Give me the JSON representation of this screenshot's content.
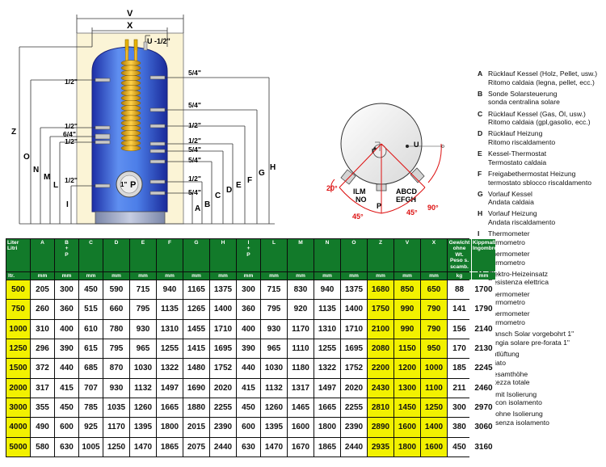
{
  "diagram": {
    "top_dims": {
      "V": "V",
      "X": "X",
      "U": "U -1/2\""
    },
    "left_dims": {
      "Z": "Z",
      "O": "O",
      "N": "N",
      "M": "M",
      "L": "L",
      "I": "I"
    },
    "right_dims": {
      "A": "A",
      "B": "B",
      "C": "C",
      "D": "D",
      "E": "E",
      "F": "F",
      "G": "G",
      "H": "H"
    },
    "left_ports": [
      "1/2\"",
      "1/2\"",
      "6/4\"",
      "1/2\"",
      "1/2\""
    ],
    "right_ports": [
      "5/4\"",
      "5/4\"",
      "1/2\"",
      "1/2\"",
      "5/4\"",
      "5/4\"",
      "1/2\"",
      "5/4\""
    ],
    "flange": {
      "label": "1\"",
      "letter": "P"
    },
    "plan": {
      "I": "I",
      "U": "U",
      "ILM": "ILM",
      "NO": "NO",
      "ABCD": "ABCD",
      "EFGH": "EFGH",
      "P": "P",
      "angle_20": "20°",
      "angle_45_left": "45°",
      "angle_45_right": "45°",
      "angle_90": "90°"
    }
  },
  "legend": [
    {
      "key": "A",
      "de": "Rücklauf Kessel (Holz, Pellet, usw.)",
      "it": "Ritomo caldaia (legna, pellet, ecc.)"
    },
    {
      "key": "B",
      "de": "Sonde Solarsteuerung",
      "it": "sonda centralina solare"
    },
    {
      "key": "C",
      "de": "Rücklauf Kessel (Gas, Öl, usw.)",
      "it": "Ritomo caldaia (gpl,gasolio, ecc.)"
    },
    {
      "key": "D",
      "de": "Rücklauf Heizung",
      "it": "Ritomo riscaldamento"
    },
    {
      "key": "E",
      "de": "Kessel-Thermostat",
      "it": "Termostato caldaia"
    },
    {
      "key": "F",
      "de": "Freigabethermostat Heizung",
      "it": "termostato sblocco riscaldamento"
    },
    {
      "key": "G",
      "de": "Vorlauf Kessel",
      "it": "Andata caldaia"
    },
    {
      "key": "H",
      "de": "Vorlauf Heizung",
      "it": "Andata riscaldamento"
    },
    {
      "key": "I",
      "de": "Thermometer",
      "it": "Termometro"
    },
    {
      "key": "L",
      "de": "Thermometer",
      "it": "Termometro"
    },
    {
      "key": "M",
      "de": "Elektro-Heizeinsatz",
      "it": "Resistenza elettrica"
    },
    {
      "key": "N",
      "de": "Thermometer",
      "it": "Termometro"
    },
    {
      "key": "O",
      "de": "Thermometer",
      "it": "Termometro"
    },
    {
      "key": "P",
      "de": "Flansch Solar vorgebohrt 1\"",
      "it": "flangia solare pre-forata 1\""
    },
    {
      "key": "U",
      "de": "Entlüftung",
      "it": "Sfiato"
    },
    {
      "key": "Z",
      "de": "Gesamthöhe",
      "it": "Altezza totale"
    },
    {
      "key": "V",
      "de": "Ø mit Isolierung",
      "it": "Ø con isolamento"
    },
    {
      "key": "X",
      "de": "Ø ohne Isolierung",
      "it": "Ø senza isolamento"
    }
  ],
  "table": {
    "headers": [
      [
        "Liter",
        "Litri"
      ],
      [
        "A"
      ],
      [
        "B",
        "+",
        "P"
      ],
      [
        "C"
      ],
      [
        "D"
      ],
      [
        "E"
      ],
      [
        "F"
      ],
      [
        "G"
      ],
      [
        "H"
      ],
      [
        "I",
        "+",
        "P"
      ],
      [
        "L"
      ],
      [
        "M"
      ],
      [
        "N"
      ],
      [
        "O"
      ],
      [
        "Z"
      ],
      [
        "V"
      ],
      [
        "X"
      ],
      [
        "Gewicht",
        "ohne Wt.",
        "Peso s.",
        "scamb."
      ],
      [
        "Kippmaß",
        "Ingombro"
      ]
    ],
    "units": [
      "ltr.",
      "mm",
      "mm",
      "mm",
      "mm",
      "mm",
      "mm",
      "mm",
      "mm",
      "mm",
      "mm",
      "mm",
      "mm",
      "mm",
      "mm",
      "mm",
      "mm",
      "kg",
      "mm"
    ],
    "highlight_cols": [
      0,
      14,
      15,
      16
    ],
    "rows": [
      [
        "500",
        "205",
        "300",
        "450",
        "590",
        "715",
        "940",
        "1165",
        "1375",
        "300",
        "715",
        "830",
        "940",
        "1375",
        "1680",
        "850",
        "650",
        "88",
        "1700"
      ],
      [
        "750",
        "260",
        "360",
        "515",
        "660",
        "795",
        "1135",
        "1265",
        "1400",
        "360",
        "795",
        "920",
        "1135",
        "1400",
        "1750",
        "990",
        "790",
        "141",
        "1790"
      ],
      [
        "1000",
        "310",
        "400",
        "610",
        "780",
        "930",
        "1310",
        "1455",
        "1710",
        "400",
        "930",
        "1170",
        "1310",
        "1710",
        "2100",
        "990",
        "790",
        "156",
        "2140"
      ],
      [
        "1250",
        "296",
        "390",
        "615",
        "795",
        "965",
        "1255",
        "1415",
        "1695",
        "390",
        "965",
        "1110",
        "1255",
        "1695",
        "2080",
        "1150",
        "950",
        "170",
        "2130"
      ],
      [
        "1500",
        "372",
        "440",
        "685",
        "870",
        "1030",
        "1322",
        "1480",
        "1752",
        "440",
        "1030",
        "1180",
        "1322",
        "1752",
        "2200",
        "1200",
        "1000",
        "185",
        "2245"
      ],
      [
        "2000",
        "317",
        "415",
        "707",
        "930",
        "1132",
        "1497",
        "1690",
        "2020",
        "415",
        "1132",
        "1317",
        "1497",
        "2020",
        "2430",
        "1300",
        "1100",
        "211",
        "2460"
      ],
      [
        "3000",
        "355",
        "450",
        "785",
        "1035",
        "1260",
        "1665",
        "1880",
        "2255",
        "450",
        "1260",
        "1465",
        "1665",
        "2255",
        "2810",
        "1450",
        "1250",
        "300",
        "2970"
      ],
      [
        "4000",
        "490",
        "600",
        "925",
        "1170",
        "1395",
        "1800",
        "2015",
        "2390",
        "600",
        "1395",
        "1600",
        "1800",
        "2390",
        "2890",
        "1600",
        "1400",
        "380",
        "3060"
      ],
      [
        "5000",
        "580",
        "630",
        "1005",
        "1250",
        "1470",
        "1865",
        "2075",
        "2440",
        "630",
        "1470",
        "1670",
        "1865",
        "2440",
        "2935",
        "1800",
        "1600",
        "450",
        "3160"
      ]
    ]
  }
}
